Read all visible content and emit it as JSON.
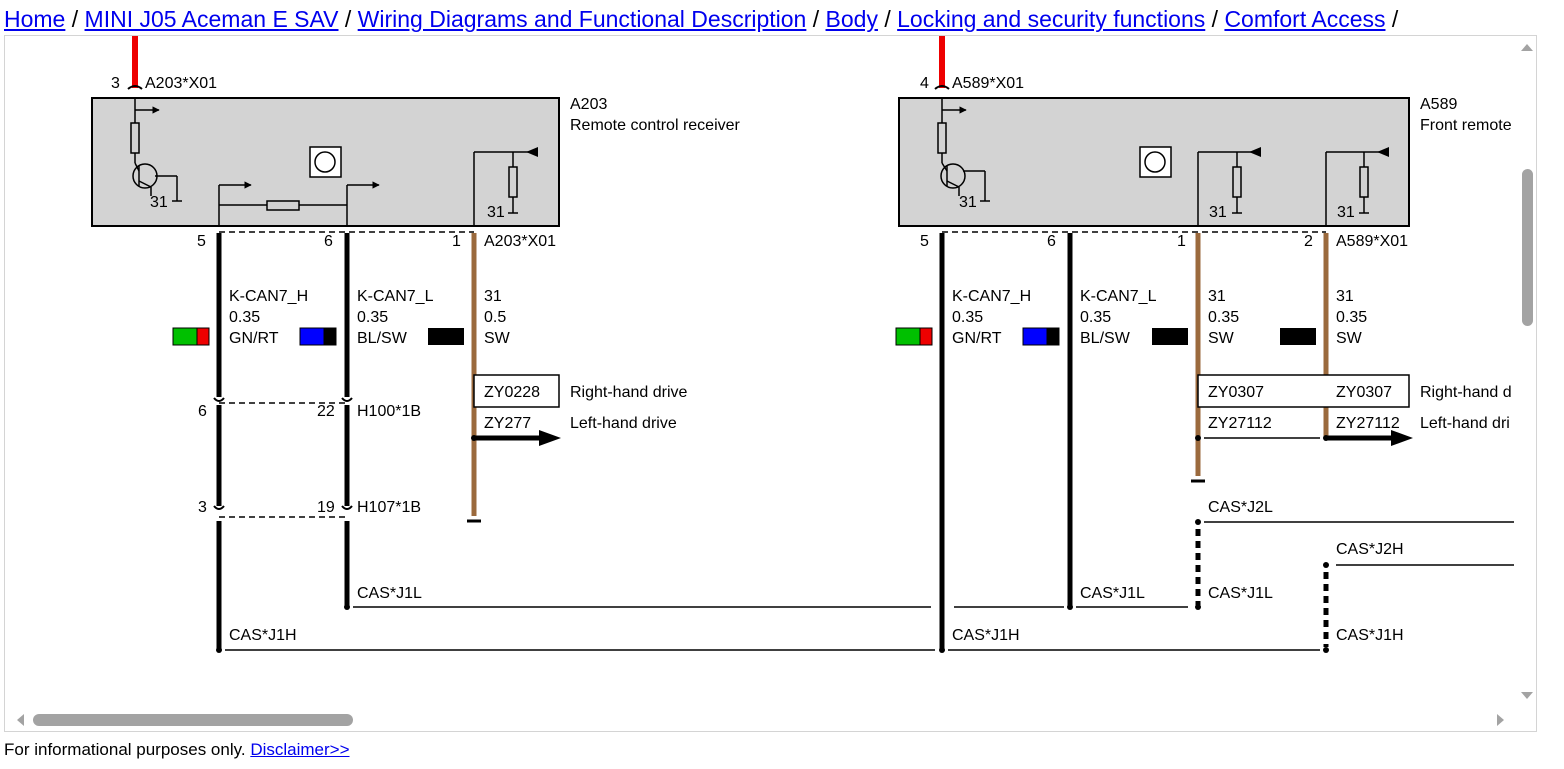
{
  "breadcrumb": {
    "items": [
      "Home",
      "MINI J05 Aceman E SAV",
      "Wiring Diagrams and Functional Description",
      "Body",
      "Locking and security functions",
      "Comfort Access"
    ],
    "separator": "/"
  },
  "diagram": {
    "left": {
      "component_id": "A203",
      "component_name": "Remote control receiver",
      "top_connector": "A203*X01",
      "top_pin": "3",
      "bottom_connector": "A203*X01",
      "pins": [
        "5",
        "6",
        "1"
      ],
      "ground_labels": [
        "31",
        "31"
      ],
      "wire1": {
        "signal": "K-CAN7_H",
        "size": "0.35",
        "color": "GN/RT"
      },
      "wire2": {
        "signal": "K-CAN7_L",
        "size": "0.35",
        "color": "BL/SW"
      },
      "wire3": {
        "signal": "31",
        "size": "0.5",
        "color": "SW"
      },
      "splice_box": "ZY0228",
      "splice_alt": "ZY277",
      "rhd_label": "Right-hand drive",
      "lhd_label": "Left-hand drive",
      "h100_pins": [
        "6",
        "22"
      ],
      "h100_label": "H100*1B",
      "h107_pins": [
        "3",
        "19"
      ],
      "h107_label": "H107*1B",
      "cas_j1l": "CAS*J1L",
      "cas_j1h": "CAS*J1H"
    },
    "right": {
      "component_id": "A589",
      "component_name": "Front remote",
      "top_connector": "A589*X01",
      "top_pin": "4",
      "bottom_connector": "A589*X01",
      "pins": [
        "5",
        "6",
        "1",
        "2"
      ],
      "ground_labels": [
        "31",
        "31",
        "31"
      ],
      "wire1": {
        "signal": "K-CAN7_H",
        "size": "0.35",
        "color": "GN/RT"
      },
      "wire2": {
        "signal": "K-CAN7_L",
        "size": "0.35",
        "color": "BL/SW"
      },
      "wire3": {
        "signal": "31",
        "size": "0.35",
        "color": "SW"
      },
      "wire4": {
        "signal": "31",
        "size": "0.35",
        "color": "SW"
      },
      "splice_box1": "ZY0307",
      "splice_box2": "ZY0307",
      "splice_alt1": "ZY27112",
      "splice_alt2": "ZY27112",
      "rhd_label": "Right-hand d",
      "lhd_label": "Left-hand dri",
      "cas_j2l": "CAS*J2L",
      "cas_j2h": "CAS*J2H",
      "cas_j1l_a": "CAS*J1L",
      "cas_j1l_b": "CAS*J1L",
      "cas_j1h_a": "CAS*J1H",
      "cas_j1h_b": "CAS*J1H"
    },
    "colors": {
      "power_red": "#ee0000",
      "wire_black": "#000000",
      "wire_brown": "#9b6a3d",
      "module_fill": "#d3d3d3",
      "swatch_green": "#00c000",
      "swatch_red": "#ee0000",
      "swatch_blue": "#0000ff"
    }
  },
  "footer": {
    "text": "For informational purposes only.",
    "link": "Disclaimer>>"
  }
}
